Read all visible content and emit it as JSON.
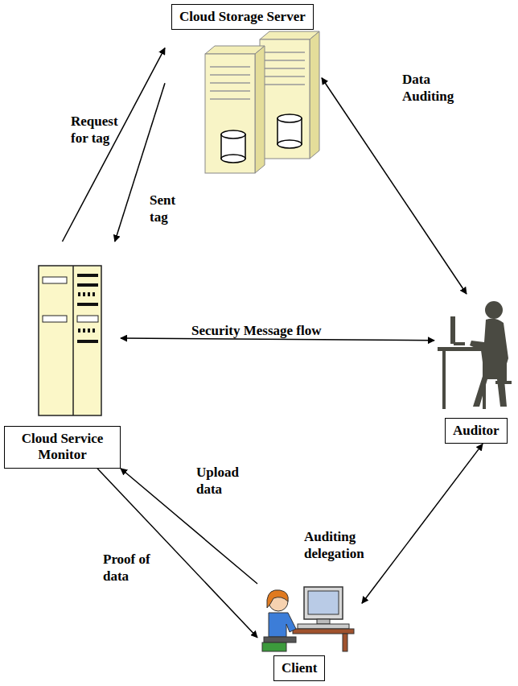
{
  "diagram": {
    "nodes": [
      {
        "text": [
          "Cloud Storage Server"
        ]
      },
      {
        "text": [
          "Cloud Service Monitor"
        ]
      },
      {
        "text": [
          "Auditor"
        ]
      },
      {
        "text": [
          "Client"
        ]
      }
    ],
    "edges": [
      {
        "from": 1,
        "to": 0,
        "label": "Request for tag",
        "arrow": "to"
      },
      {
        "from": 0,
        "to": 1,
        "label": "Sent tag",
        "arrow": "to"
      },
      {
        "from": 0,
        "to": 2,
        "label": "Data Auditing",
        "arrow": "both"
      },
      {
        "from": 1,
        "to": 2,
        "label": "Security Message flow",
        "arrow": "both"
      },
      {
        "from": 3,
        "to": 1,
        "label": "Upload data",
        "arrow": "to"
      },
      {
        "from": 1,
        "to": 3,
        "label": "Proof of data",
        "arrow": "to"
      },
      {
        "from": 3,
        "to": 2,
        "label": "Auditing delegation",
        "arrow": "both"
      }
    ]
  }
}
